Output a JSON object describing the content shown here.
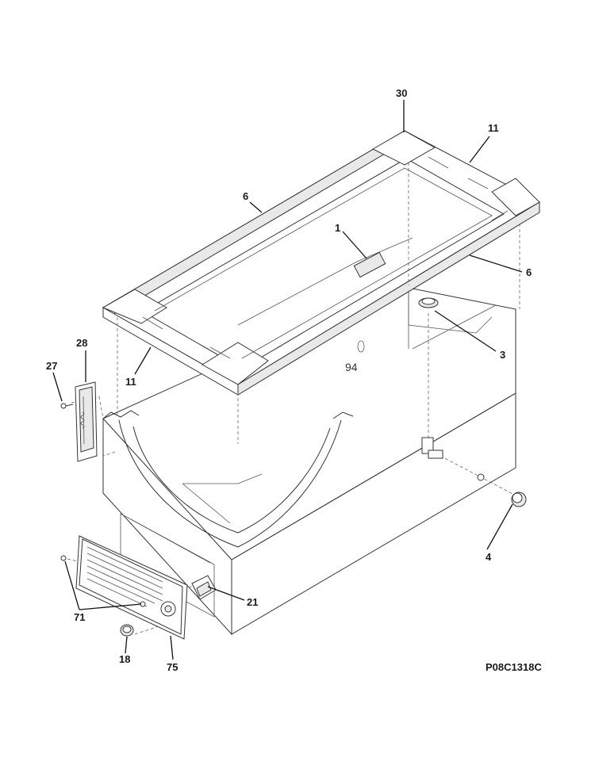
{
  "callouts": [
    {
      "id": "c30",
      "text": "30"
    },
    {
      "id": "c11a",
      "text": "11"
    },
    {
      "id": "c6a",
      "text": "6"
    },
    {
      "id": "c1",
      "text": "1"
    },
    {
      "id": "c6b",
      "text": "6"
    },
    {
      "id": "c3",
      "text": "3"
    },
    {
      "id": "c94",
      "text": "94"
    },
    {
      "id": "c28",
      "text": "28"
    },
    {
      "id": "c27",
      "text": "27"
    },
    {
      "id": "c11b",
      "text": "11"
    },
    {
      "id": "c4",
      "text": "4"
    },
    {
      "id": "c21",
      "text": "21"
    },
    {
      "id": "c71",
      "text": "71"
    },
    {
      "id": "c18",
      "text": "18"
    },
    {
      "id": "c75",
      "text": "75"
    }
  ],
  "drawing_code": "P08C1318C"
}
